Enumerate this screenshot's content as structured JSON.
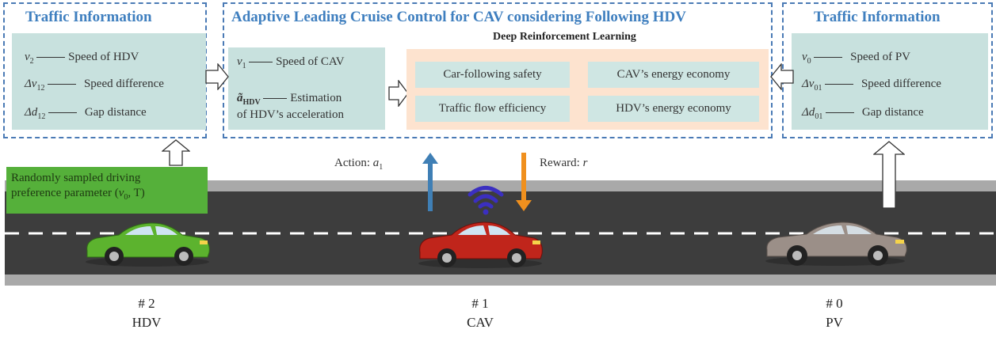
{
  "left_box": {
    "title": "Traffic Information",
    "rows": [
      {
        "symbol": "v",
        "sub": "2",
        "text": "Speed of HDV"
      },
      {
        "symbol": "Δv",
        "sub": "12",
        "text": "Speed difference"
      },
      {
        "symbol": "Δd",
        "sub": "12",
        "text": "Gap distance"
      }
    ]
  },
  "center_box": {
    "title": "Adaptive Leading Cruise Control for CAV considering Following HDV",
    "drl_label": "Deep Reinforcement Learning",
    "inputs": [
      {
        "symbol": "v",
        "sub": "1",
        "text": "Speed of CAV"
      },
      {
        "symbol": "ã",
        "sub": "HDV",
        "text": "Estimation",
        "text2": "of HDV’s acceleration"
      }
    ],
    "objectives": [
      "Car-following safety",
      "CAV’s energy economy",
      "Traffic flow efficiency",
      "HDV’s energy economy"
    ]
  },
  "right_box": {
    "title": "Traffic Information",
    "rows": [
      {
        "symbol": "v",
        "sub": "0",
        "text": "Speed of PV"
      },
      {
        "symbol": "Δv",
        "sub": "01",
        "text": "Speed difference"
      },
      {
        "symbol": "Δd",
        "sub": "01",
        "text": "Gap distance"
      }
    ]
  },
  "action": {
    "label": "Action:",
    "symbol": "a",
    "sub": "1"
  },
  "reward": {
    "label": "Reward:",
    "symbol": "r"
  },
  "note": {
    "line1": "Randomly sampled driving",
    "line2": "preference parameter (",
    "params": "v",
    "sub": "0",
    "tail": ", T)"
  },
  "vehicles": [
    {
      "number": "# 2",
      "name": "HDV",
      "color": "#5cb32e"
    },
    {
      "number": "# 1",
      "name": "CAV",
      "color": "#c0251b"
    },
    {
      "number": "# 0",
      "name": "PV",
      "color": "#9b8f88"
    }
  ],
  "colors": {
    "box_border": "#4a7ab5",
    "title": "#3f7fbf",
    "teal": "#c8e1de",
    "peach": "#fde3cf",
    "action_arrow": "#3f7fb5",
    "reward_arrow": "#f0901e",
    "wifi": "#3b2fc0"
  }
}
